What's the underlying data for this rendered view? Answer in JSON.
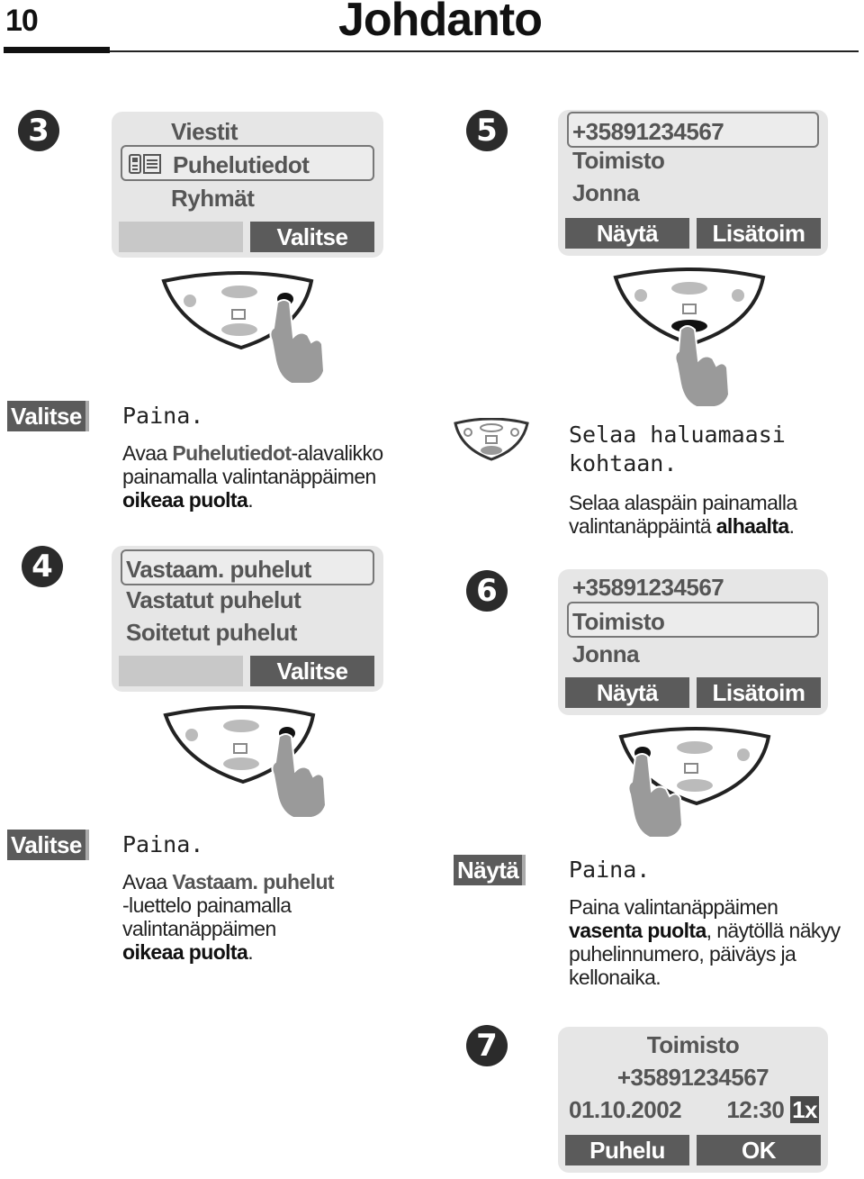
{
  "header": {
    "page_number": "10",
    "title": "Johdanto"
  },
  "steps": [
    "3",
    "4",
    "5",
    "6",
    "7"
  ],
  "screen3": {
    "items": [
      "Viestit",
      "Puhelutiedot",
      "Ryhmät"
    ],
    "right_softkey": "Valitse"
  },
  "screen4": {
    "items": [
      "Vastaam. puhelut",
      "Vastatut puhelut",
      "Soitetut puhelut"
    ],
    "right_softkey": "Valitse"
  },
  "screen5": {
    "items": [
      "+35891234567",
      "Toimisto",
      "Jonna"
    ],
    "left_softkey": "Näytä",
    "right_softkey": "Lisätoim"
  },
  "screen6": {
    "items": [
      "+35891234567",
      "Toimisto",
      "Jonna"
    ],
    "left_softkey": "Näytä",
    "right_softkey": "Lisätoim"
  },
  "screen7": {
    "name": "Toimisto",
    "number": "+35891234567",
    "date": "01.10.2002",
    "time": "12:30",
    "count": "1x",
    "left_softkey": "Puhelu",
    "right_softkey": "OK"
  },
  "instr3": {
    "key": "Valitse",
    "lead": "Paina.",
    "t1": "Avaa ",
    "t2": "Puhelutiedot",
    "t3": "-alavalikko",
    "t4": "painamalla valintanäppäimen",
    "t5": "oikeaa puolta",
    "t6": "."
  },
  "instr4": {
    "key": "Valitse",
    "lead": "Paina.",
    "t1": "Avaa ",
    "t2": "Vastaam. puhelut",
    "t3": "-luettelo painamalla",
    "t4": "valintanäppäimen",
    "t5": "oikeaa puolta",
    "t6": "."
  },
  "instr5": {
    "lead1": "Selaa haluamaasi",
    "lead2": "kohtaan.",
    "t1": "Selaa alaspäin painamalla",
    "t2": "valintanäppäintä ",
    "t3": "alhaalta",
    "t4": "."
  },
  "instr6": {
    "key": "Näytä",
    "lead": "Paina.",
    "t1": "Paina valintanäppäimen",
    "t2": "vasenta puolta",
    "t3": ", näytöllä näkyy",
    "t4": "puhelinnumero, päiväys ja",
    "t5": "kellonaika."
  }
}
